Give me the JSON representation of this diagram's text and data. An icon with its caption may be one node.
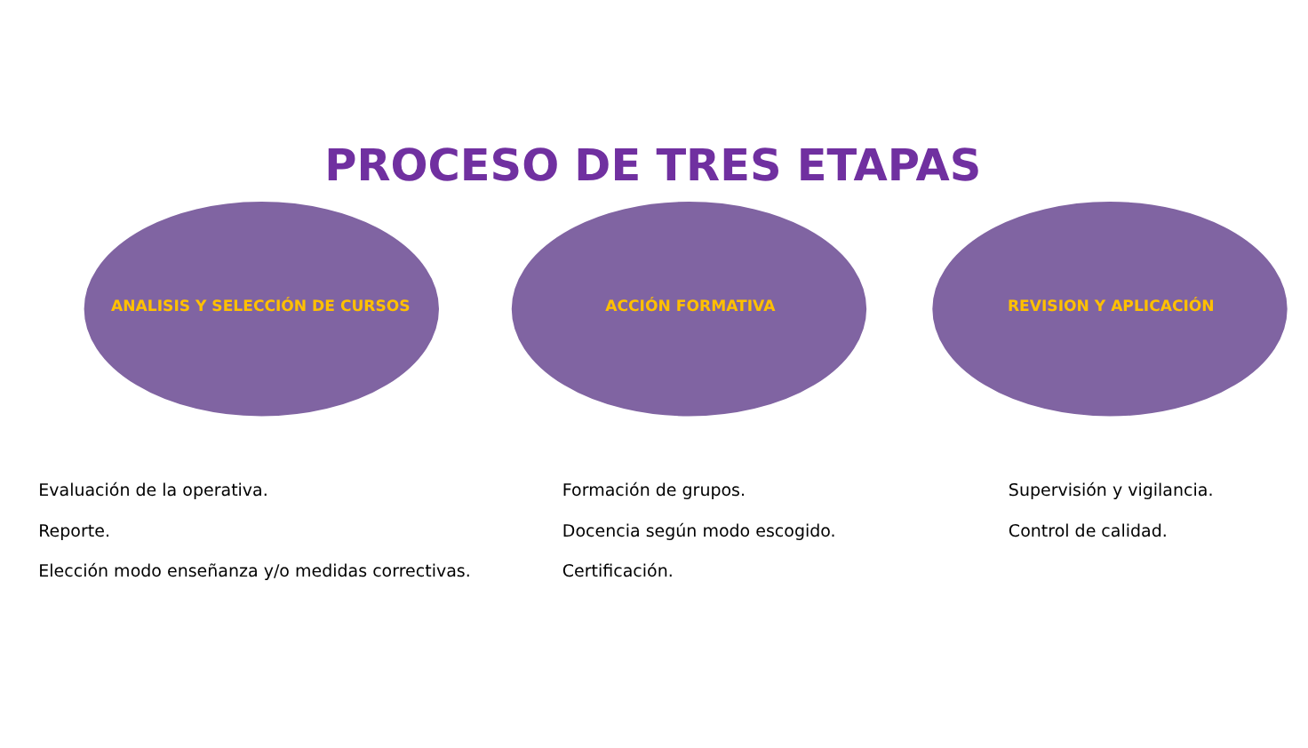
{
  "diagram": {
    "title": "PROCESO DE TRES ETAPAS",
    "nodes": [
      {
        "text": [
          "ANALISIS Y SELECCIÓN DE CURSOS"
        ],
        "beside": [
          "Evaluación de la operativa.",
          "Reporte.",
          "Elección modo enseñanza y/o medidas correctivas."
        ]
      },
      {
        "text": [
          "ACCIÓN FORMATIVA"
        ],
        "beside": [
          "Formación de grupos.",
          "Docencia según modo escogido.",
          "Certificación."
        ]
      },
      {
        "text": [
          "REVISION Y APLICACIÓN"
        ],
        "beside": [
          "Supervisión y vigilancia.",
          "Control de calidad."
        ]
      }
    ],
    "edges": []
  }
}
